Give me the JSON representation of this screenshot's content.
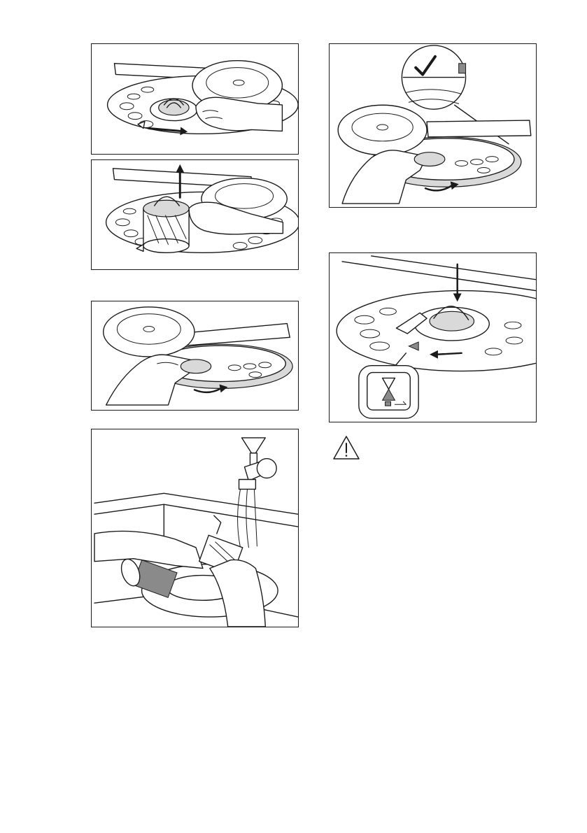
{
  "page": {
    "figures": [
      {
        "id": "fig-1",
        "description_icon": "remove-filter-turn"
      },
      {
        "id": "fig-2",
        "description_icon": "lift-filter-out"
      },
      {
        "id": "fig-3",
        "description_icon": "remove-flat-filter"
      },
      {
        "id": "fig-4",
        "description_icon": "rinse-filters-under-tap"
      },
      {
        "id": "fig-5",
        "description_icon": "refit-flat-filter-check"
      },
      {
        "id": "fig-6",
        "description_icon": "lock-filter-turn"
      }
    ],
    "warning": {
      "icon": "warning-triangle-icon"
    },
    "colors": {
      "line": "#1a1a1a",
      "grey": "#8a8a8a",
      "light_grey": "#d9d9d9",
      "background": "#ffffff"
    }
  }
}
